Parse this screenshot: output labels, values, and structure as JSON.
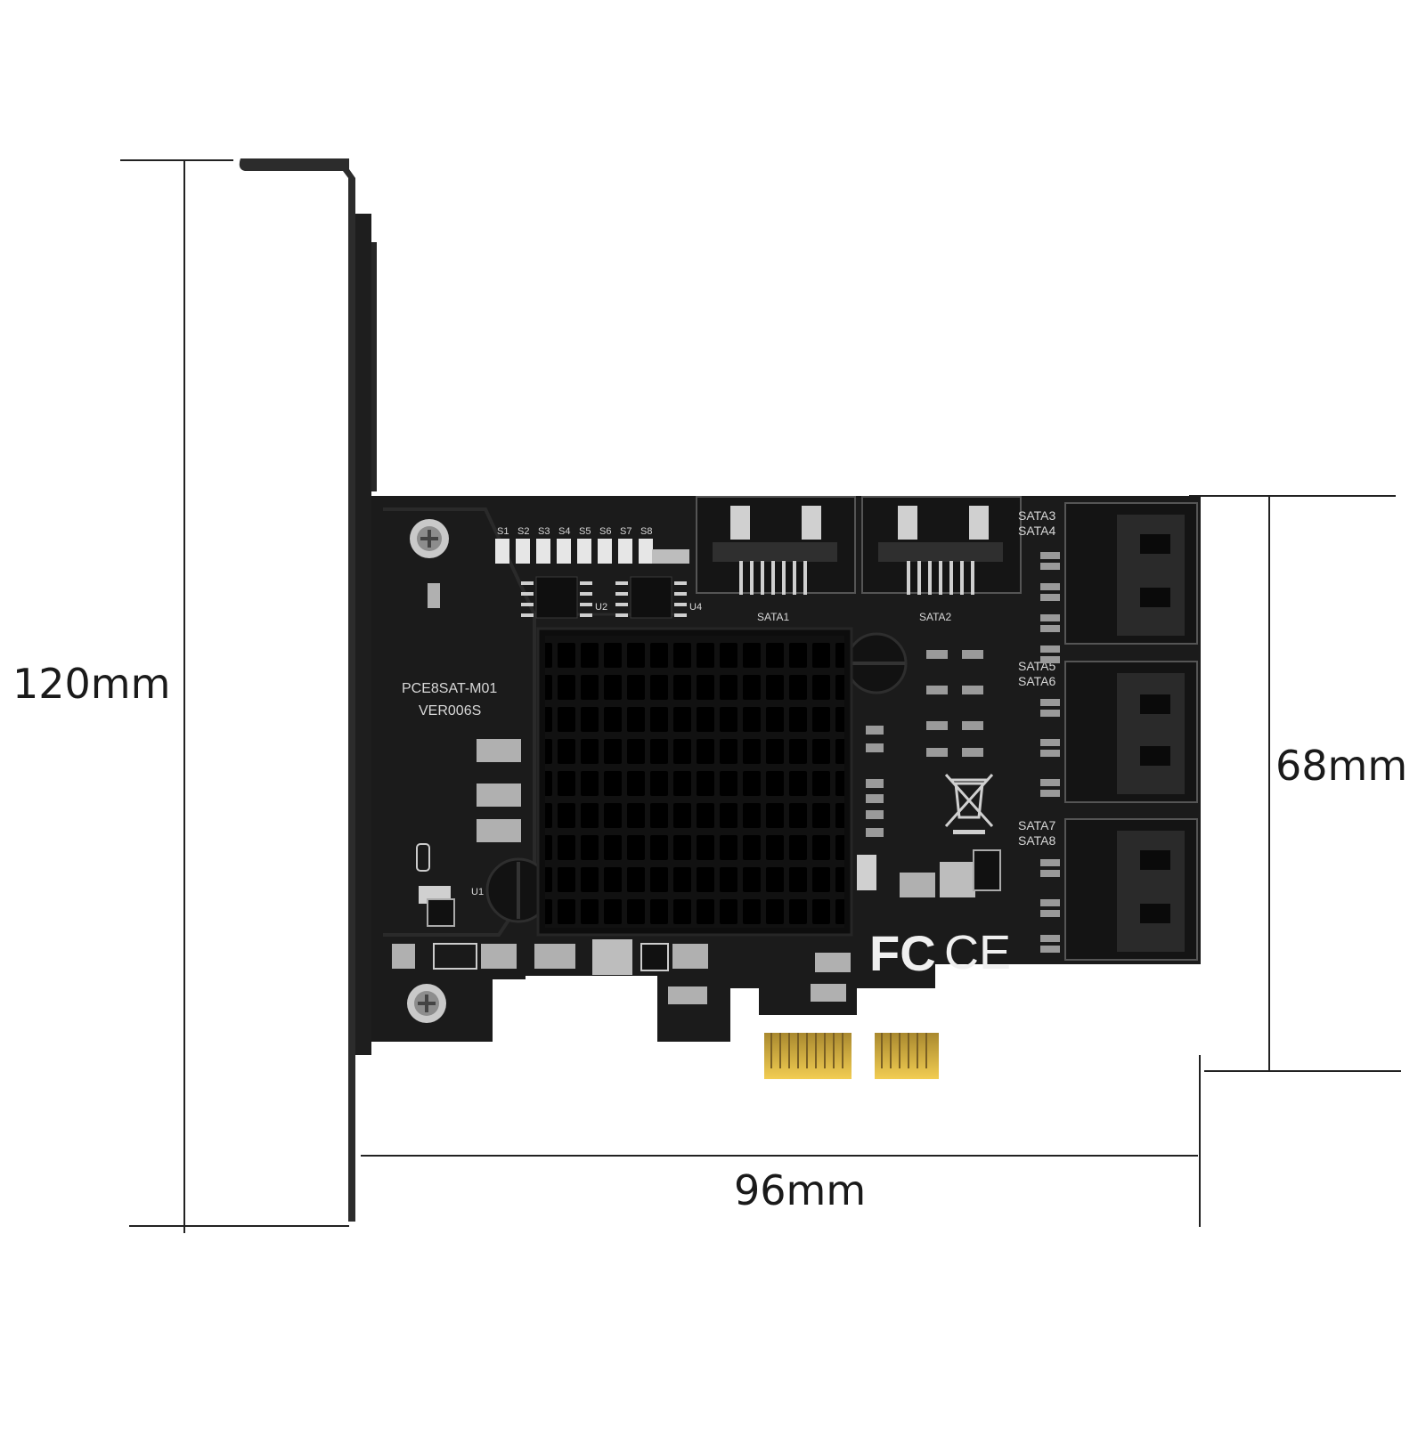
{
  "dimensions": {
    "height_label": "120mm",
    "profile_height_label": "68mm",
    "width_label": "96mm"
  },
  "board": {
    "model": "PCE8SAT-M01",
    "version": "VER006S",
    "sata_labels": {
      "sata1": "SATA1",
      "sata2": "SATA2",
      "sata3_4": [
        "SATA3",
        "SATA4"
      ],
      "sata5_6": [
        "SATA5",
        "SATA6"
      ],
      "sata7_8": [
        "SATA7",
        "SATA8"
      ]
    },
    "led_labels": [
      "S1",
      "S2",
      "S3",
      "S4",
      "S5",
      "S6",
      "S7",
      "S8"
    ],
    "chip_labels": [
      "U2",
      "U4",
      "U1"
    ],
    "cert_marks": [
      "FC",
      "CE"
    ]
  },
  "colors": {
    "pcb": "#1b1b1b",
    "bracket": "#2a2a2a",
    "heatsink": "#0d0d0d",
    "gold": "#d8b24a",
    "line": "#222222"
  },
  "icons": [
    "weee-bin-icon",
    "fcc-icon",
    "ce-icon",
    "screw-icon"
  ]
}
